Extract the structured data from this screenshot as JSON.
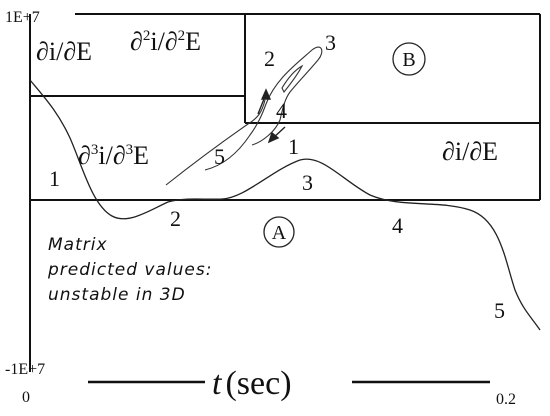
{
  "axes": {
    "y_top_label": "1E+7",
    "y_bottom_label": "-1E+7",
    "x_left_label": "0",
    "x_right_label": "0.2",
    "x_title_var": "t",
    "x_title_unit": "(sec)"
  },
  "region_labels": {
    "A": "A",
    "B": "B"
  },
  "derivative_labels": {
    "first_top": {
      "num": "∂i",
      "den": "∂E"
    },
    "second": {
      "num": "∂",
      "num_sup": "2",
      "num_tail": "i/",
      "den": "∂",
      "den_sup": "2",
      "den_tail": "E"
    },
    "third": {
      "num": "∂",
      "num_sup": "3",
      "num_tail": "i/",
      "den": "∂",
      "den_sup": "3",
      "den_tail": "E"
    },
    "first_right": {
      "num": "∂i",
      "den": "∂E"
    }
  },
  "point_labels": {
    "main_1": "1",
    "main_2": "2",
    "main_3": "3",
    "main_4": "4",
    "main_5": "5",
    "inset_1": "1",
    "inset_2": "2",
    "inset_3": "3",
    "inset_4": "4",
    "inset_5": "5"
  },
  "annotation": {
    "line1": "Matrix",
    "line2": "predicted values:",
    "line3": "unstable in 3D"
  }
}
